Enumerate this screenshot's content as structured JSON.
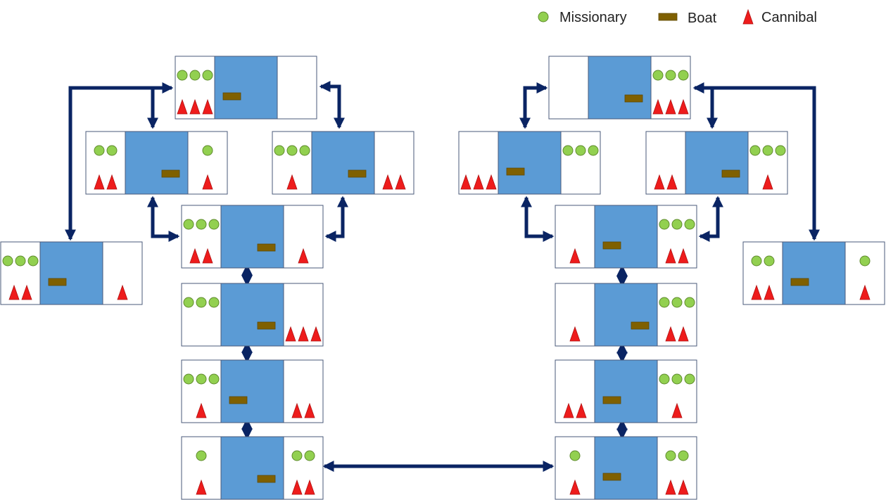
{
  "legend": {
    "missionary": "Missionary",
    "boat": "Boat",
    "cannibal": "Cannibal"
  },
  "colors": {
    "missionary": "#92d050",
    "cannibal": "#ee1c1c",
    "boat": "#7f6000",
    "river": "#5b9bd5",
    "arrow": "#0a2463",
    "bank": "#ffffff",
    "border": "#4a5a7a"
  },
  "icons": {
    "missionary": "green-circle",
    "cannibal": "red-triangle",
    "boat": "brown-rectangle"
  },
  "states": [
    {
      "id": "s-a",
      "left": {
        "m": 3,
        "c": 3
      },
      "right": {
        "m": 0,
        "c": 0
      },
      "boat": "left"
    },
    {
      "id": "s-b",
      "left": {
        "m": 2,
        "c": 2
      },
      "right": {
        "m": 1,
        "c": 1
      },
      "boat": "right"
    },
    {
      "id": "s-c",
      "left": {
        "m": 3,
        "c": 1
      },
      "right": {
        "m": 0,
        "c": 2
      },
      "boat": "right"
    },
    {
      "id": "s-d",
      "left": {
        "m": 3,
        "c": 2
      },
      "right": {
        "m": 0,
        "c": 1
      },
      "boat": "left"
    },
    {
      "id": "s-e",
      "left": {
        "m": 3,
        "c": 2
      },
      "right": {
        "m": 0,
        "c": 1
      },
      "boat": "right"
    },
    {
      "id": "s-f",
      "left": {
        "m": 3,
        "c": 0
      },
      "right": {
        "m": 0,
        "c": 3
      },
      "boat": "right"
    },
    {
      "id": "s-g",
      "left": {
        "m": 3,
        "c": 1
      },
      "right": {
        "m": 0,
        "c": 2
      },
      "boat": "left"
    },
    {
      "id": "s-h",
      "left": {
        "m": 1,
        "c": 1
      },
      "right": {
        "m": 2,
        "c": 2
      },
      "boat": "right"
    },
    {
      "id": "s-i",
      "left": {
        "m": 0,
        "c": 0
      },
      "right": {
        "m": 3,
        "c": 3
      },
      "boat": "right"
    },
    {
      "id": "s-j",
      "left": {
        "m": 1,
        "c": 1
      },
      "right": {
        "m": 2,
        "c": 2
      },
      "boat": "left"
    },
    {
      "id": "s-k",
      "left": {
        "m": 0,
        "c": 2
      },
      "right": {
        "m": 3,
        "c": 1
      },
      "boat": "left"
    },
    {
      "id": "s-l",
      "left": {
        "m": 0,
        "c": 1
      },
      "right": {
        "m": 3,
        "c": 2
      },
      "boat": "right"
    },
    {
      "id": "s-m",
      "left": {
        "m": 0,
        "c": 1
      },
      "right": {
        "m": 3,
        "c": 2
      },
      "boat": "left"
    },
    {
      "id": "s-n",
      "left": {
        "m": 0,
        "c": 3
      },
      "right": {
        "m": 3,
        "c": 0
      },
      "boat": "left"
    },
    {
      "id": "s-o",
      "left": {
        "m": 0,
        "c": 2
      },
      "right": {
        "m": 3,
        "c": 1
      },
      "boat": "right"
    },
    {
      "id": "s-p",
      "left": {
        "m": 2,
        "c": 2
      },
      "right": {
        "m": 1,
        "c": 1
      },
      "boat": "left"
    }
  ]
}
